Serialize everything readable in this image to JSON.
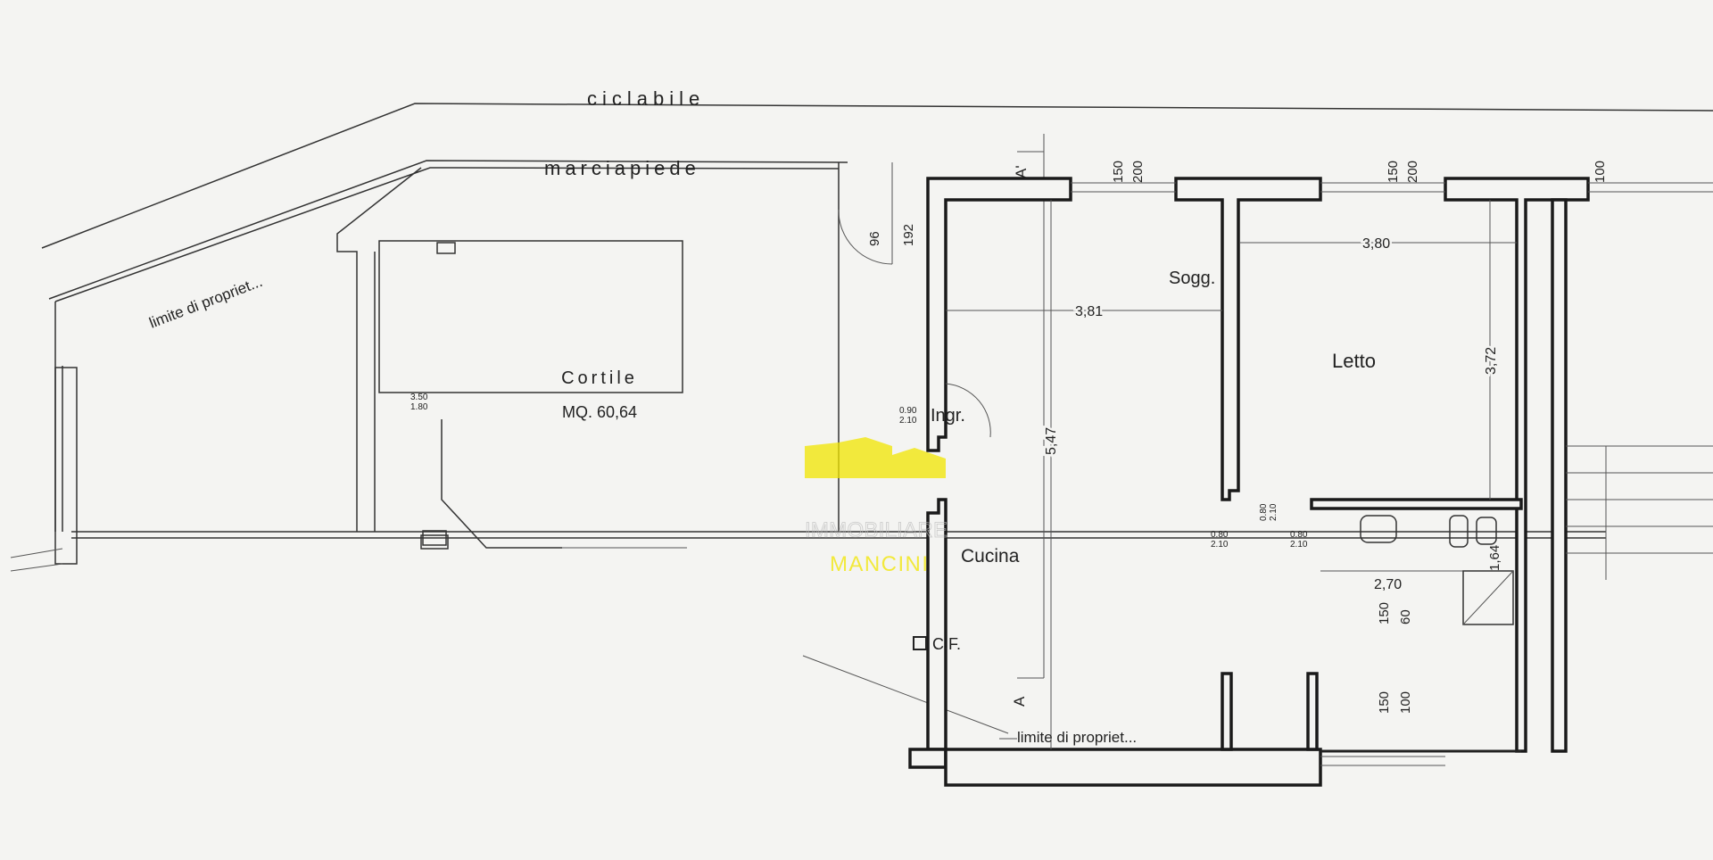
{
  "streets": {
    "bike_lane": "ciclabile",
    "sidewalk": "marciapiede"
  },
  "property_limit": {
    "top": "limite di propriet...",
    "bottom": "limite di propriet..."
  },
  "rooms": {
    "courtyard": {
      "name": "Cortile",
      "area": "MQ. 60,64"
    },
    "entrance": "Ingr.",
    "living": "Sogg.",
    "bedroom": "Letto",
    "kitchen": "Cucina",
    "flue": "C.F."
  },
  "dimensions": {
    "living_width": "3,81",
    "bedroom_width": "3,80",
    "living_depth": "5,47",
    "bedroom_depth": "3,72",
    "bath_width": "2,70",
    "bath_depth": "1,64",
    "window1": [
      "150",
      "200"
    ],
    "window2": [
      "150",
      "200"
    ],
    "window3": "100",
    "gate": [
      "96",
      "192"
    ],
    "bath_window": [
      "150",
      "60"
    ],
    "bottom_window": [
      "150",
      "100"
    ]
  },
  "doors": {
    "courtyard_gate": [
      "3.50",
      "1.80"
    ],
    "entrance_door": [
      "0.90",
      "2.10"
    ],
    "door_left": [
      "0.80",
      "2.10"
    ],
    "door_mid": [
      "0.80",
      "2.10"
    ],
    "door_bath": [
      "0.80",
      "2.10"
    ]
  },
  "section_marks": {
    "top": "A'",
    "bottom": "A"
  },
  "watermark": {
    "line1": "IMMOBILIARE",
    "line2": "MANCINI",
    "color": "#f2e600"
  }
}
